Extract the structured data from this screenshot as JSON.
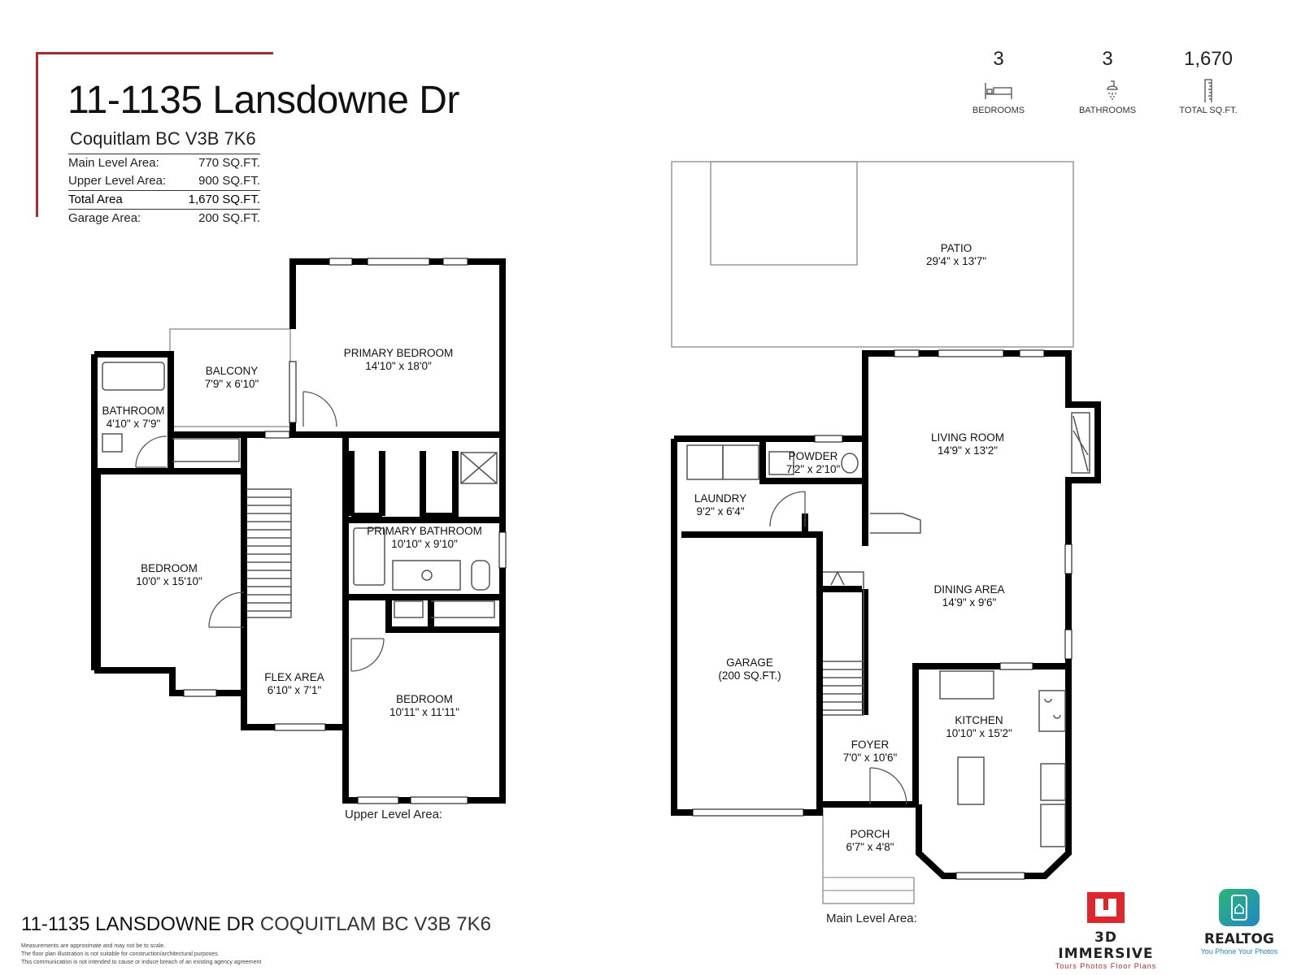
{
  "header": {
    "title": "11-1135 Lansdowne Dr",
    "subtitle": "Coquitlam BC V3B 7K6"
  },
  "areas": [
    {
      "label": "Main Level Area:",
      "value": "770 SQ.FT."
    },
    {
      "label": "Upper Level Area:",
      "value": "900 SQ.FT."
    },
    {
      "label": "Total Area",
      "value": "1,670 SQ.FT."
    },
    {
      "label": "Garage Area:",
      "value": "200 SQ.FT."
    }
  ],
  "stats": {
    "bedrooms": {
      "value": "3",
      "label": "BEDROOMS",
      "icon": "bed-icon"
    },
    "bathrooms": {
      "value": "3",
      "label": "BATHROOMS",
      "icon": "shower-icon"
    },
    "sqft": {
      "value": "1,670",
      "label": "TOTAL SQ.FT.",
      "icon": "ruler-icon"
    }
  },
  "upper_level": {
    "label": "Upper Level Area:",
    "rooms": {
      "primary_bedroom": {
        "name": "PRIMARY BEDROOM",
        "dims": "14'10\" x 18'0\""
      },
      "balcony": {
        "name": "BALCONY",
        "dims": "7'9\" x 6'10\""
      },
      "bathroom": {
        "name": "BATHROOM",
        "dims": "4'10\" x 7'9\""
      },
      "primary_bathroom": {
        "name": "PRIMARY BATHROOM",
        "dims": "10'10\" x 9'10\""
      },
      "bedroom_left": {
        "name": "BEDROOM",
        "dims": "10'0\" x 15'10\""
      },
      "flex_area": {
        "name": "FLEX AREA",
        "dims": "6'10\" x 7'1\""
      },
      "bedroom_right": {
        "name": "BEDROOM",
        "dims": "10'11\" x 11'11\""
      }
    }
  },
  "main_level": {
    "label": "Main Level Area:",
    "rooms": {
      "patio": {
        "name": "PATIO",
        "dims": "29'4\" x 13'7\""
      },
      "living_room": {
        "name": "LIVING ROOM",
        "dims": "14'9\" x 13'2\""
      },
      "powder": {
        "name": "POWDER",
        "dims": "7'2\" x 2'10\""
      },
      "laundry": {
        "name": "LAUNDRY",
        "dims": "9'2\" x 6'4\""
      },
      "dining_area": {
        "name": "DINING AREA",
        "dims": "14'9\" x 9'6\""
      },
      "garage": {
        "name": "GARAGE",
        "dims": "(200 SQ.FT.)"
      },
      "kitchen": {
        "name": "KITCHEN",
        "dims": "10'10\" x 15'2\""
      },
      "foyer": {
        "name": "FOYER",
        "dims": "7'0\" x 10'6\""
      },
      "porch": {
        "name": "PORCH",
        "dims": "6'7\" x 4'8\""
      }
    }
  },
  "footer": {
    "address_bold": "11-1135 LANSDOWNE DR",
    "address_light": "COQUITLAM BC V3B 7K6",
    "disclaimer": [
      "Measurements are approximate and may not be to scale.",
      "The floor plan illustration is not suitable for construction/architectural purposes.",
      "This communication is not intended to cause or induce breach of an existing agency agreement"
    ]
  },
  "logos": {
    "immersive": {
      "name": "3D IMMERSIVE",
      "tagline": "Tours  Photos  Floor Plans",
      "color": "#e0262b"
    },
    "realtog": {
      "name": "REALTOG",
      "tagline": "You Phone Your Photos",
      "color": "#2bb673"
    }
  },
  "colors": {
    "accent": "#b3272d",
    "wall": "#000000"
  }
}
